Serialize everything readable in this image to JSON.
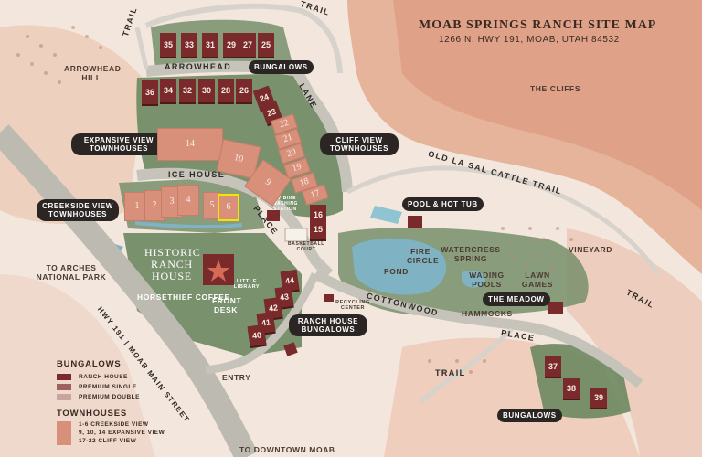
{
  "map": {
    "title": "MOAB SPRINGS RANCH SITE MAP",
    "address": "1266 N. HWY 191, MOAB, UTAH  84532"
  },
  "areas": {
    "arrowhead_hill": "ARROWHEAD HILL",
    "the_cliffs": "THE CLIFFS",
    "old_la_sal": "OLD LA SAL CATTLE TRAIL",
    "vineyard": "VINEYARD",
    "historic": "HISTORIC RANCH HOUSE",
    "horsethief": "HORSETHIEF COFFEE",
    "front_desk": "FRONT DESK",
    "to_arches": "TO ARCHES NATIONAL PARK",
    "pond": "POND",
    "fire_circle": "FIRE CIRCLE",
    "watercress": "WATERCRESS SPRING",
    "wading": "WADING POOLS",
    "lawn_games": "LAWN GAMES",
    "hammocks": "HAMMOCKS",
    "little_library": "LITTLE LIBRARY",
    "recycling": "RECYCLING CENTER",
    "basketball": "BASKETBALL COURT",
    "bike": "EV BIKE WASHING STATION",
    "entry": "ENTRY",
    "downtown": "TO DOWNTOWN MOAB"
  },
  "roads": {
    "trail_top": "TRAIL",
    "trail_left": "TRAIL",
    "trail_right": "TRAIL",
    "trail_bottom": "TRAIL",
    "arrowhead": "ARROWHEAD",
    "lane": "LANE",
    "ice_house": "ICE HOUSE",
    "place_mid": "PLACE",
    "cottonwood": "COTTONWOOD",
    "place_right": "PLACE",
    "hwy": "HWY 191 | MOAB MAIN STREET"
  },
  "pills": {
    "bungalows_top": "BUNGALOWS",
    "expansive_view": "EXPANSIVE VIEW TOWNHOUSES",
    "cliff_view": "CLIFF VIEW TOWNHOUSES",
    "creekside_view": "CREEKSIDE VIEW TOWNHOUSES",
    "pool": "POOL & HOT TUB",
    "meadow": "THE MEADOW",
    "ranch_house_bungalows": "RANCH HOUSE BUNGALOWS",
    "bungalows_bottom": "BUNGALOWS"
  },
  "units_top_row": [
    "35",
    "33",
    "31",
    "29",
    "27",
    "25"
  ],
  "units_second_row": [
    "36",
    "34",
    "32",
    "30",
    "28",
    "26"
  ],
  "units_lane": [
    "24",
    "23"
  ],
  "cliff_view_units": [
    "22",
    "21",
    "20",
    "19",
    "18",
    "17"
  ],
  "expansive_units": [
    "14",
    "10",
    "9"
  ],
  "creekside_units": [
    "1",
    "2",
    "3",
    "4",
    "5"
  ],
  "highlighted_unit": "6",
  "ice_house_units": [
    "16",
    "15"
  ],
  "ranch_units": [
    "44",
    "43",
    "42",
    "41",
    "40"
  ],
  "bottom_units": [
    "37",
    "38",
    "39"
  ],
  "legend": {
    "bungalows_title": "BUNGALOWS",
    "ranch_house": "RANCH HOUSE",
    "premium_single": "PREMIUM SINGLE",
    "premium_double": "PREMIUM DOUBLE",
    "townhouses_title": "TOWNHOUSES",
    "th_line1": "1-6 CREEKSIDE VIEW",
    "th_line2": "9, 10, 14 EXPANSIVE VIEW",
    "th_line3": "17-22 CLIFF VIEW"
  },
  "colors": {
    "ranch_house": "#7a2a2a",
    "premium_single": "#a06060",
    "premium_double": "#c9a3a0",
    "townhouse": "#d8907a",
    "highlight": "#f2e600",
    "grass": "#7d9470",
    "water": "#7fb2c2"
  }
}
